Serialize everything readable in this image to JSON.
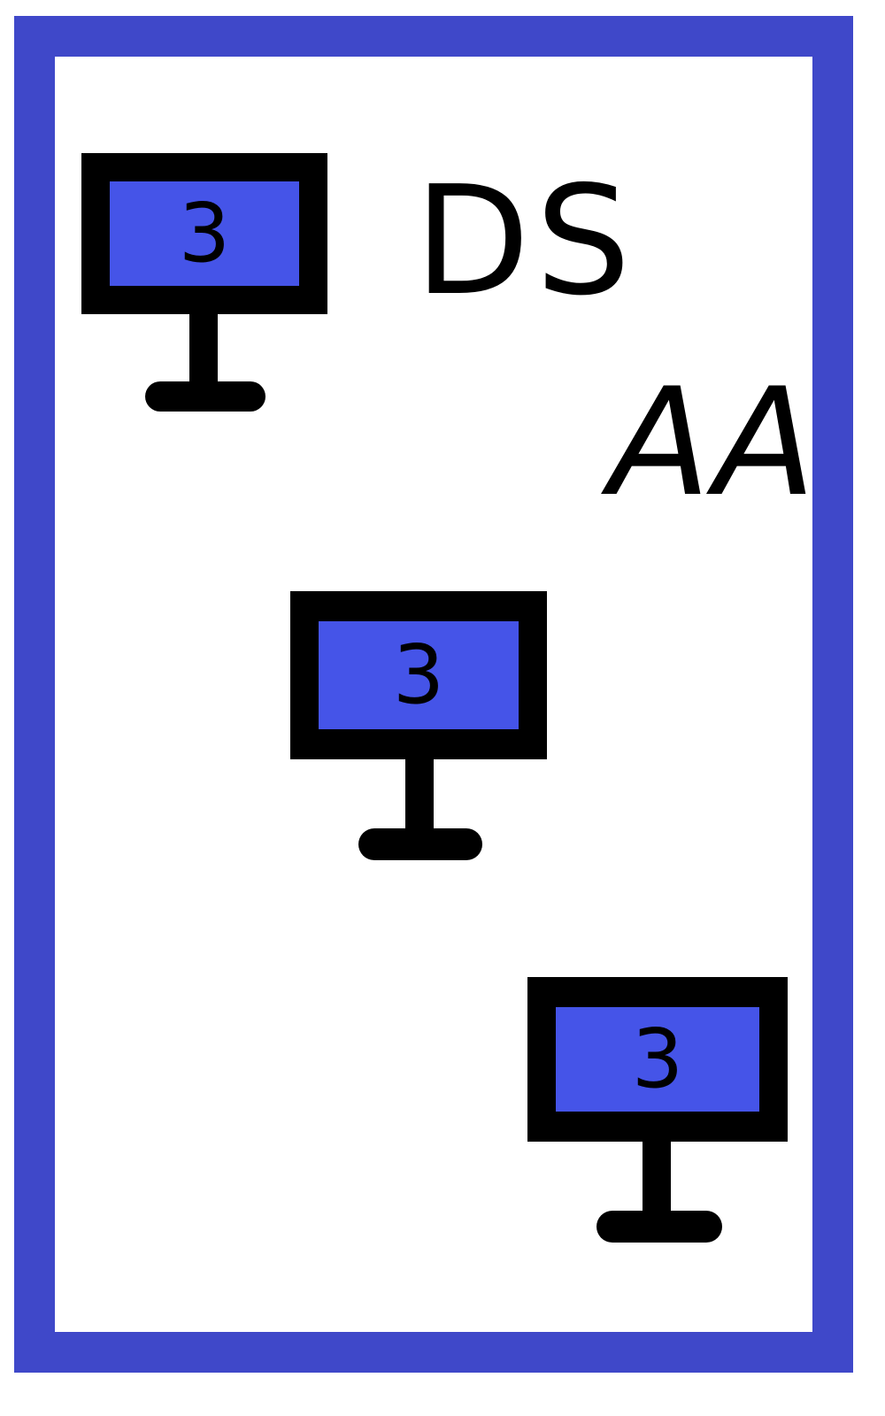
{
  "labels": {
    "top": "DS",
    "middle": "AA"
  },
  "monitors": [
    {
      "digit": "3"
    },
    {
      "digit": "3"
    },
    {
      "digit": "3"
    }
  ],
  "colors": {
    "frame": "#3f48c9",
    "screen": "#4554e8",
    "outline": "#000000",
    "background": "#ffffff"
  },
  "icons": [
    "computer-monitor-icon",
    "computer-monitor-icon",
    "computer-monitor-icon"
  ]
}
